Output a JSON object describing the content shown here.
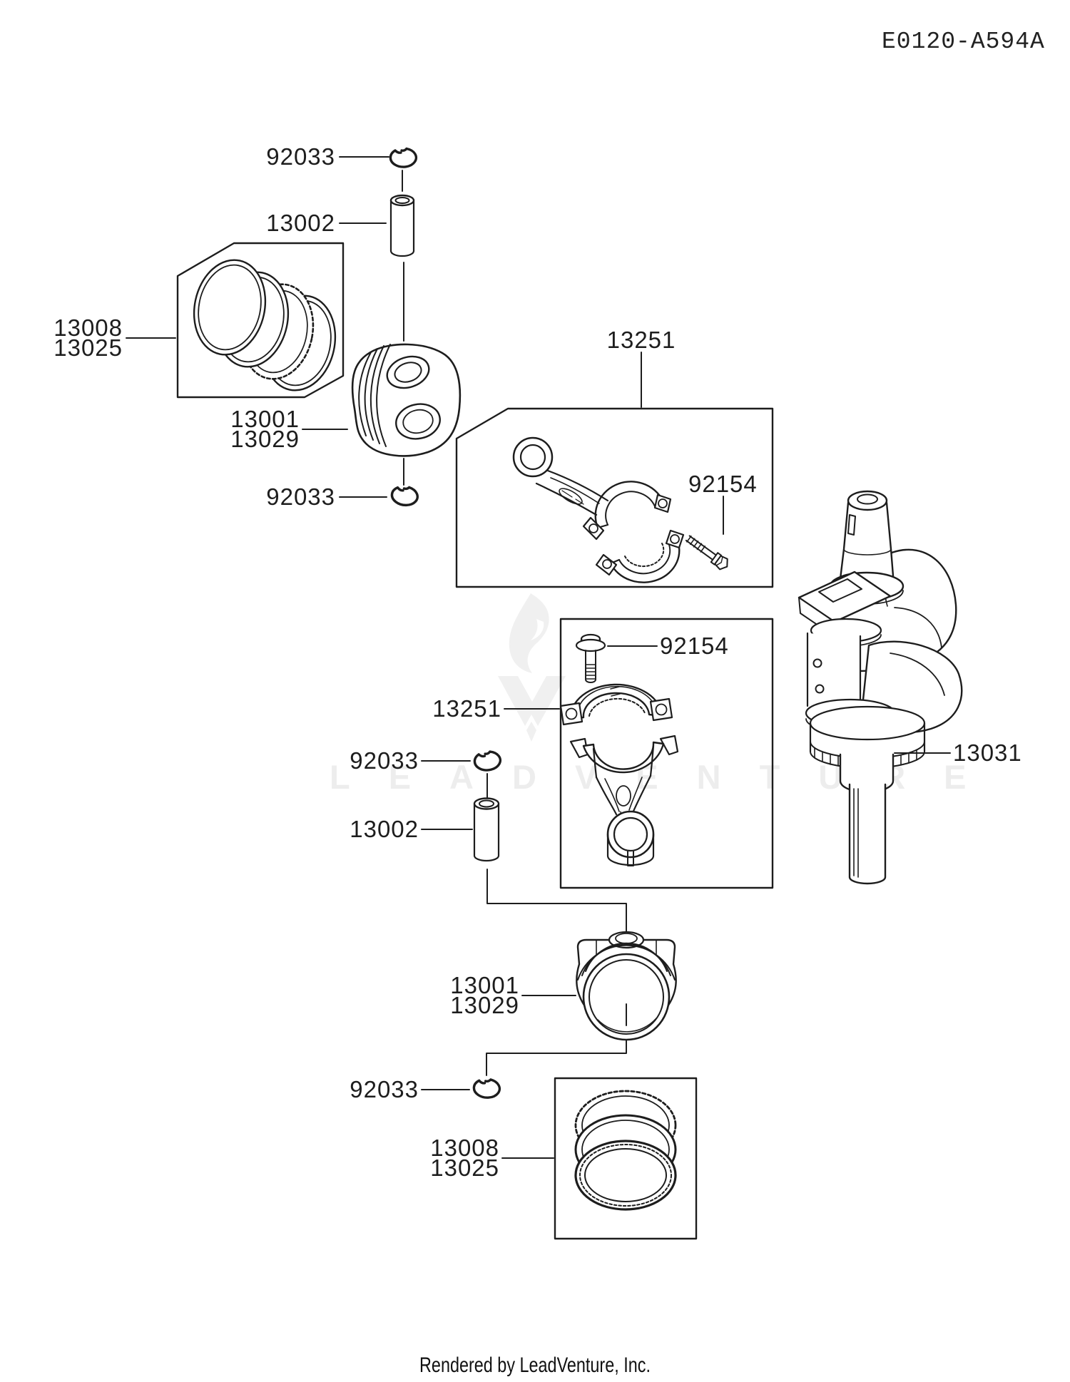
{
  "header": {
    "diagram_code": "E0120-A594A"
  },
  "watermark": {
    "text": "LEADVENTURE"
  },
  "footer": {
    "credit": "Rendered by LeadVenture, Inc."
  },
  "colors": {
    "ink": "#1d1d1d",
    "watermark": "#ededed",
    "background": "#ffffff"
  },
  "labels": {
    "circlip_top": "92033",
    "pin_top": "13002",
    "rings_top_a": "13008",
    "rings_top_b": "13025",
    "piston_top_a": "13001",
    "piston_top_b": "13029",
    "circlip_upper": "92033",
    "conrod_upper": "13251",
    "bolt_upper": "92154",
    "bolt_lower": "92154",
    "conrod_lower": "13251",
    "circlip_mid": "92033",
    "pin_mid": "13002",
    "crankshaft": "13031",
    "piston_bottom_a": "13001",
    "piston_bottom_b": "13029",
    "circlip_bottom": "92033",
    "rings_bottom_a": "13008",
    "rings_bottom_b": "13025"
  }
}
